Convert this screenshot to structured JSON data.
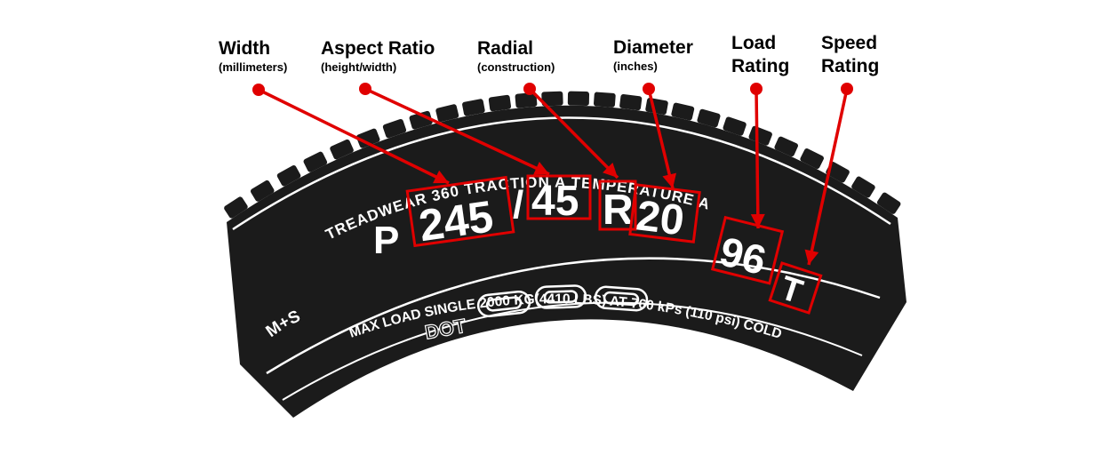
{
  "callouts": [
    {
      "id": "width",
      "title": "Width",
      "subtitle": "(millimeters)"
    },
    {
      "id": "aspect",
      "title": "Aspect Ratio",
      "subtitle": "(height/width)"
    },
    {
      "id": "radial",
      "title": "Radial",
      "subtitle": "(construction)"
    },
    {
      "id": "diameter",
      "title": "Diameter",
      "subtitle": "(inches)"
    },
    {
      "id": "load",
      "title": "Load Rating",
      "subtitle": ""
    },
    {
      "id": "speed",
      "title": "Speed Rating",
      "subtitle": ""
    }
  ],
  "load_title_lines": [
    "Load",
    "Rating"
  ],
  "speed_title_lines": [
    "Speed",
    "Rating"
  ],
  "tire": {
    "arc_text": "TREADWEAR 360 TRACTION A TEMPERATURE A",
    "prefix": "P",
    "width": "245",
    "separator": "/",
    "aspect": "45",
    "construction": "R",
    "diameter": "20",
    "load_index": "96",
    "speed_symbol": "T",
    "ms_mark": "M+S",
    "max_load_text": "MAX LOAD SINGLE 2000 KG(4410 LBS) AT 760 kPs (110 psi) COLD",
    "dot_mark": "DOT"
  },
  "colors": {
    "tire": "#1a1a1a",
    "highlight": "#e00000",
    "text_on_tire": "#ffffff",
    "label": "#000000"
  }
}
